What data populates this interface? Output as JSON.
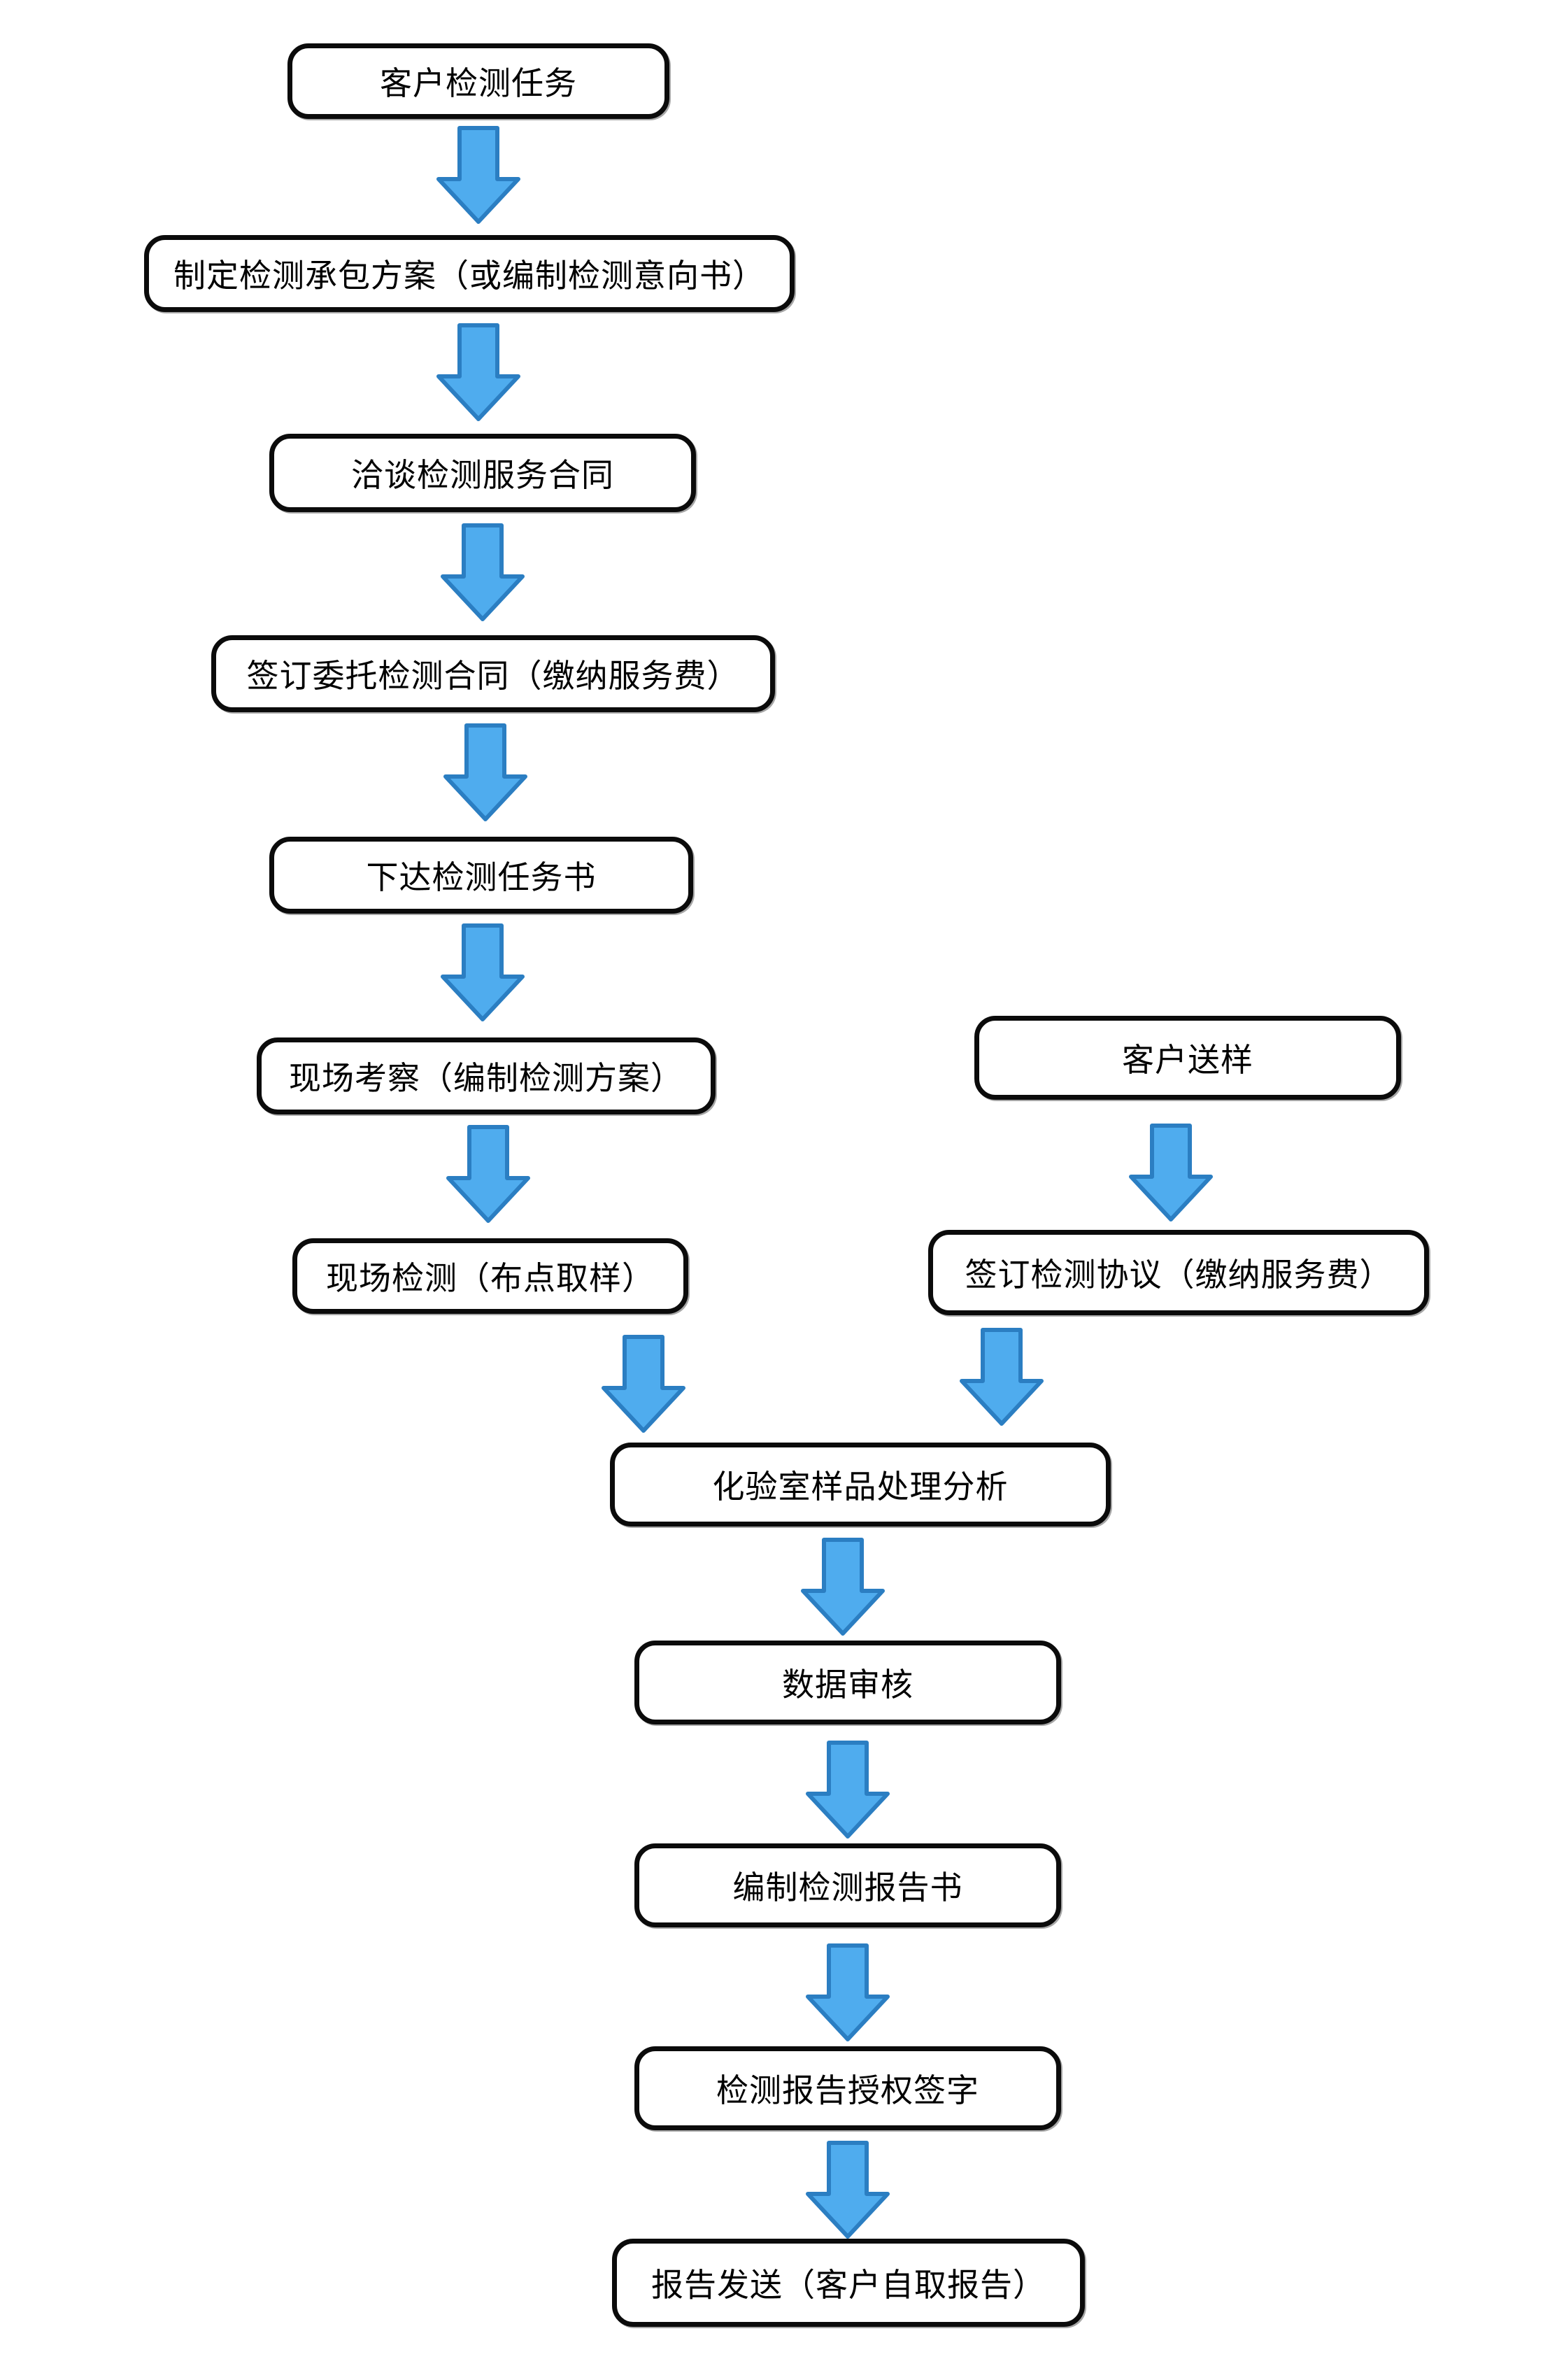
{
  "diagram": {
    "type": "flowchart",
    "background_color": "#ffffff",
    "box_border_color": "#0b0b0b",
    "box_fill_color": "#ffffff",
    "text_color": "#000000",
    "arrow_color": {
      "fill": "#4FACEE",
      "stroke": "#2B7EC2"
    },
    "nodes": [
      {
        "id": "customer-task",
        "label": "客户检测任务"
      },
      {
        "id": "make-plan",
        "label": "制定检测承包方案（或编制检测意向书）"
      },
      {
        "id": "negotiate",
        "label": "洽谈检测服务合同"
      },
      {
        "id": "sign-contract",
        "label": "签订委托检测合同（缴纳服务费）"
      },
      {
        "id": "task-order",
        "label": "下达检测任务书"
      },
      {
        "id": "site-survey",
        "label": "现场考察（编制检测方案）"
      },
      {
        "id": "site-test",
        "label": "现场检测（布点取样）"
      },
      {
        "id": "customer-sample",
        "label": "客户送样"
      },
      {
        "id": "sign-agreement",
        "label": "签订检测协议（缴纳服务费）"
      },
      {
        "id": "lab-analysis",
        "label": "化验室样品处理分析"
      },
      {
        "id": "data-review",
        "label": "数据审核"
      },
      {
        "id": "write-report",
        "label": "编制检测报告书"
      },
      {
        "id": "report-sign",
        "label": "检测报告授权签字"
      },
      {
        "id": "report-delivery",
        "label": "报告发送（客户自取报告）"
      }
    ],
    "edges": [
      {
        "from": "customer-task",
        "to": "make-plan"
      },
      {
        "from": "make-plan",
        "to": "negotiate"
      },
      {
        "from": "negotiate",
        "to": "sign-contract"
      },
      {
        "from": "sign-contract",
        "to": "task-order"
      },
      {
        "from": "task-order",
        "to": "site-survey"
      },
      {
        "from": "site-survey",
        "to": "site-test"
      },
      {
        "from": "site-test",
        "to": "lab-analysis"
      },
      {
        "from": "customer-sample",
        "to": "sign-agreement"
      },
      {
        "from": "sign-agreement",
        "to": "lab-analysis"
      },
      {
        "from": "lab-analysis",
        "to": "data-review"
      },
      {
        "from": "data-review",
        "to": "write-report"
      },
      {
        "from": "write-report",
        "to": "report-sign"
      },
      {
        "from": "report-sign",
        "to": "report-delivery"
      }
    ]
  }
}
